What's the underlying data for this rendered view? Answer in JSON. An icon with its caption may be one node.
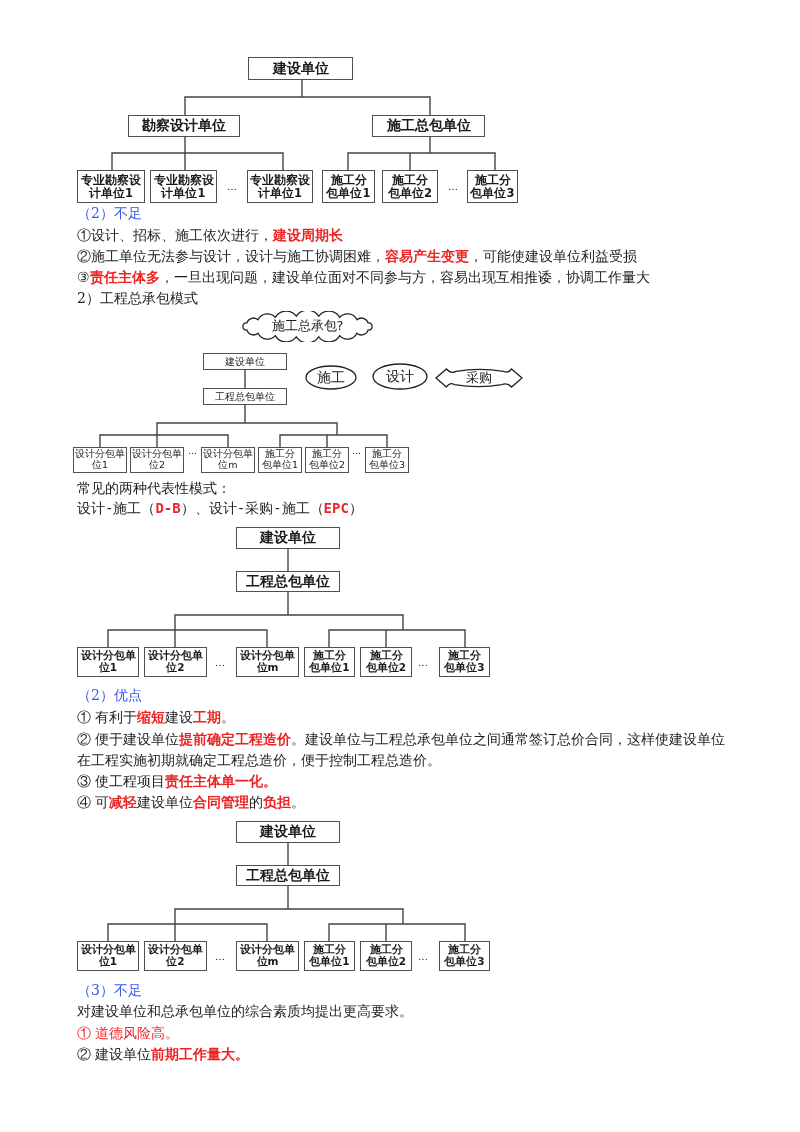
{
  "diagram": {
    "nodes": [
      {
        "text": [
          "建设单位"
        ]
      },
      {
        "text": [
          "勘察设计单位"
        ]
      },
      {
        "text": [
          "施工总包单位"
        ]
      },
      {
        "text": [
          "专业勘察设计单位1"
        ]
      },
      {
        "text": [
          "专业勘察设计单位1"
        ]
      },
      {
        "text": [
          "专业勘察设计单位1"
        ]
      },
      {
        "text": [
          "施工分包单位1"
        ]
      },
      {
        "text": [
          "施工分包单位2"
        ]
      },
      {
        "text": [
          "施工分包单位3"
        ]
      },
      {
        "text": [
          "施工总承包?"
        ]
      },
      {
        "text": [
          "建设单位"
        ]
      },
      {
        "text": [
          "施工"
        ]
      },
      {
        "text": [
          "设计"
        ]
      },
      {
        "text": [
          "采购"
        ]
      },
      {
        "text": [
          "工程总包单位"
        ]
      },
      {
        "text": [
          "设计分包单位1"
        ]
      },
      {
        "text": [
          "设计分包单位2"
        ]
      },
      {
        "text": [
          "设计分包单位m"
        ]
      },
      {
        "text": [
          "施工分包单位1"
        ]
      },
      {
        "text": [
          "施工分包单位2"
        ]
      },
      {
        "text": [
          "施工分包单位3"
        ]
      },
      {
        "text": [
          "建设单位"
        ]
      },
      {
        "text": [
          "工程总包单位"
        ]
      },
      {
        "text": [
          "设计分包单位1"
        ]
      },
      {
        "text": [
          "设计分包单位2"
        ]
      },
      {
        "text": [
          "设计分包单位m"
        ]
      },
      {
        "text": [
          "施工分包单位1"
        ]
      },
      {
        "text": [
          "施工分包单位2"
        ]
      },
      {
        "text": [
          "施工分包单位3"
        ]
      },
      {
        "text": [
          "建设单位"
        ]
      },
      {
        "text": [
          "工程总包单位"
        ]
      },
      {
        "text": [
          "设计分包单位1"
        ]
      },
      {
        "text": [
          "设计分包单位2"
        ]
      },
      {
        "text": [
          "设计分包单位m"
        ]
      },
      {
        "text": [
          "施工分包单位1"
        ]
      },
      {
        "text": [
          "施工分包单位2"
        ]
      },
      {
        "text": [
          "施工分包单位3"
        ]
      }
    ],
    "edges": [
      {
        "from": 0,
        "to": 1,
        "arrow": "none"
      },
      {
        "from": 0,
        "to": 2,
        "arrow": "none"
      },
      {
        "from": 1,
        "to": 3,
        "arrow": "none"
      },
      {
        "from": 1,
        "to": 4,
        "arrow": "none"
      },
      {
        "from": 1,
        "to": 5,
        "arrow": "none"
      },
      {
        "from": 2,
        "to": 6,
        "arrow": "none"
      },
      {
        "from": 2,
        "to": 7,
        "arrow": "none"
      },
      {
        "from": 2,
        "to": 8,
        "arrow": "none"
      },
      {
        "from": 10,
        "to": 14,
        "arrow": "none"
      },
      {
        "from": 14,
        "to": 15,
        "arrow": "none"
      },
      {
        "from": 14,
        "to": 16,
        "arrow": "none"
      },
      {
        "from": 14,
        "to": 17,
        "arrow": "none"
      },
      {
        "from": 14,
        "to": 18,
        "arrow": "none"
      },
      {
        "from": 14,
        "to": 19,
        "arrow": "none"
      },
      {
        "from": 14,
        "to": 20,
        "arrow": "none"
      },
      {
        "from": 21,
        "to": 22,
        "arrow": "none"
      },
      {
        "from": 22,
        "to": 23,
        "arrow": "none"
      },
      {
        "from": 22,
        "to": 24,
        "arrow": "none"
      },
      {
        "from": 22,
        "to": 25,
        "arrow": "none"
      },
      {
        "from": 22,
        "to": 26,
        "arrow": "none"
      },
      {
        "from": 22,
        "to": 27,
        "arrow": "none"
      },
      {
        "from": 22,
        "to": 28,
        "arrow": "none"
      },
      {
        "from": 29,
        "to": 30,
        "arrow": "none"
      },
      {
        "from": 30,
        "to": 31,
        "arrow": "none"
      },
      {
        "from": 30,
        "to": 32,
        "arrow": "none"
      },
      {
        "from": 30,
        "to": 33,
        "arrow": "none"
      },
      {
        "from": 30,
        "to": 34,
        "arrow": "none"
      },
      {
        "from": 30,
        "to": 35,
        "arrow": "none"
      },
      {
        "from": 30,
        "to": 36,
        "arrow": "none"
      }
    ],
    "labels": [
      "…",
      "…",
      "（2）不足",
      "①设计、招标、施工依次进行，**建设周期长**",
      "②施工单位无法参与设计，设计与施工协调困难，**容易产生变更**，可能使建设单位利益受损",
      "③**责任主体多**，一旦出现问题，建设单位面对不同参与方，容易出现互相推诿，协调工作量大",
      "2）工程总承包模式",
      "…",
      "…",
      "常见的两种代表性模式：",
      "设计-施工（**D-B**）、设计-采购-施工（**EPC**）",
      "…",
      "…",
      "（2）优点",
      "① 有利于**缩短**建设**工期**。",
      "② 便于建设单位**提前确定工程造价**。建设单位与工程总承包单位之间通常签订总价合同，这样使建设单位在工程实施初期就确定工程总造价，便于控制工程总造价。",
      "③ 使工程项目**责任主体单一化。**",
      "④ 可**减轻**建设单位**合同管理**的**负担**。",
      "…",
      "…",
      "（3）不足",
      "对建设单位和总承包单位的综合素质均提出更高要求。",
      "① 道德风险高。",
      "② 建设单位**前期工作量大。**"
    ]
  }
}
